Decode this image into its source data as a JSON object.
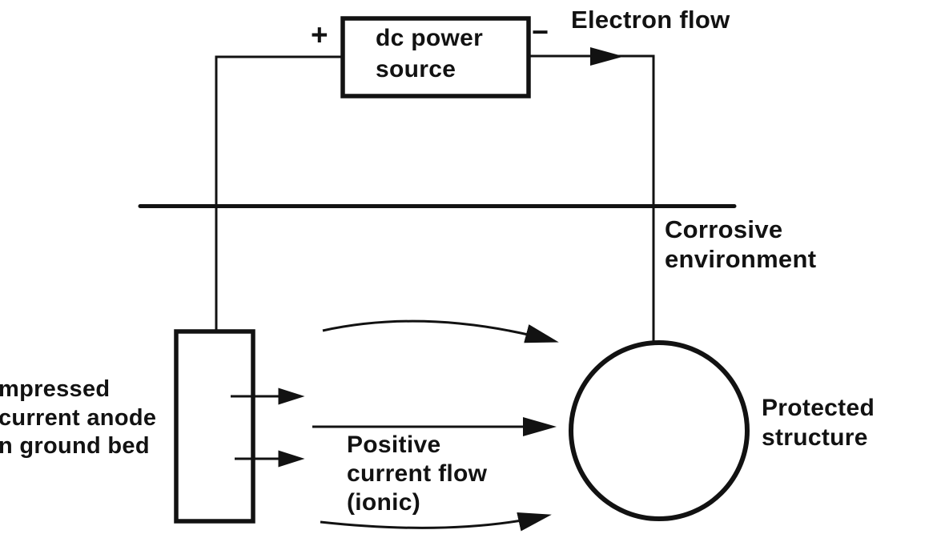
{
  "diagram": {
    "colors": {
      "ink": "#121212",
      "background": "#ffffff"
    },
    "labels": {
      "plus_terminal": "+",
      "minus_terminal": "−",
      "power_source": "dc power\nsource",
      "electron_flow": "Electron flow",
      "corrosive_environment": "Corrosive environment",
      "anode": "mpressed\ncurrent anode\nn ground bed",
      "positive_current_flow": "Positive\ncurrent flow\n(ionic)",
      "protected_structure": "Protected\nstructure"
    }
  }
}
